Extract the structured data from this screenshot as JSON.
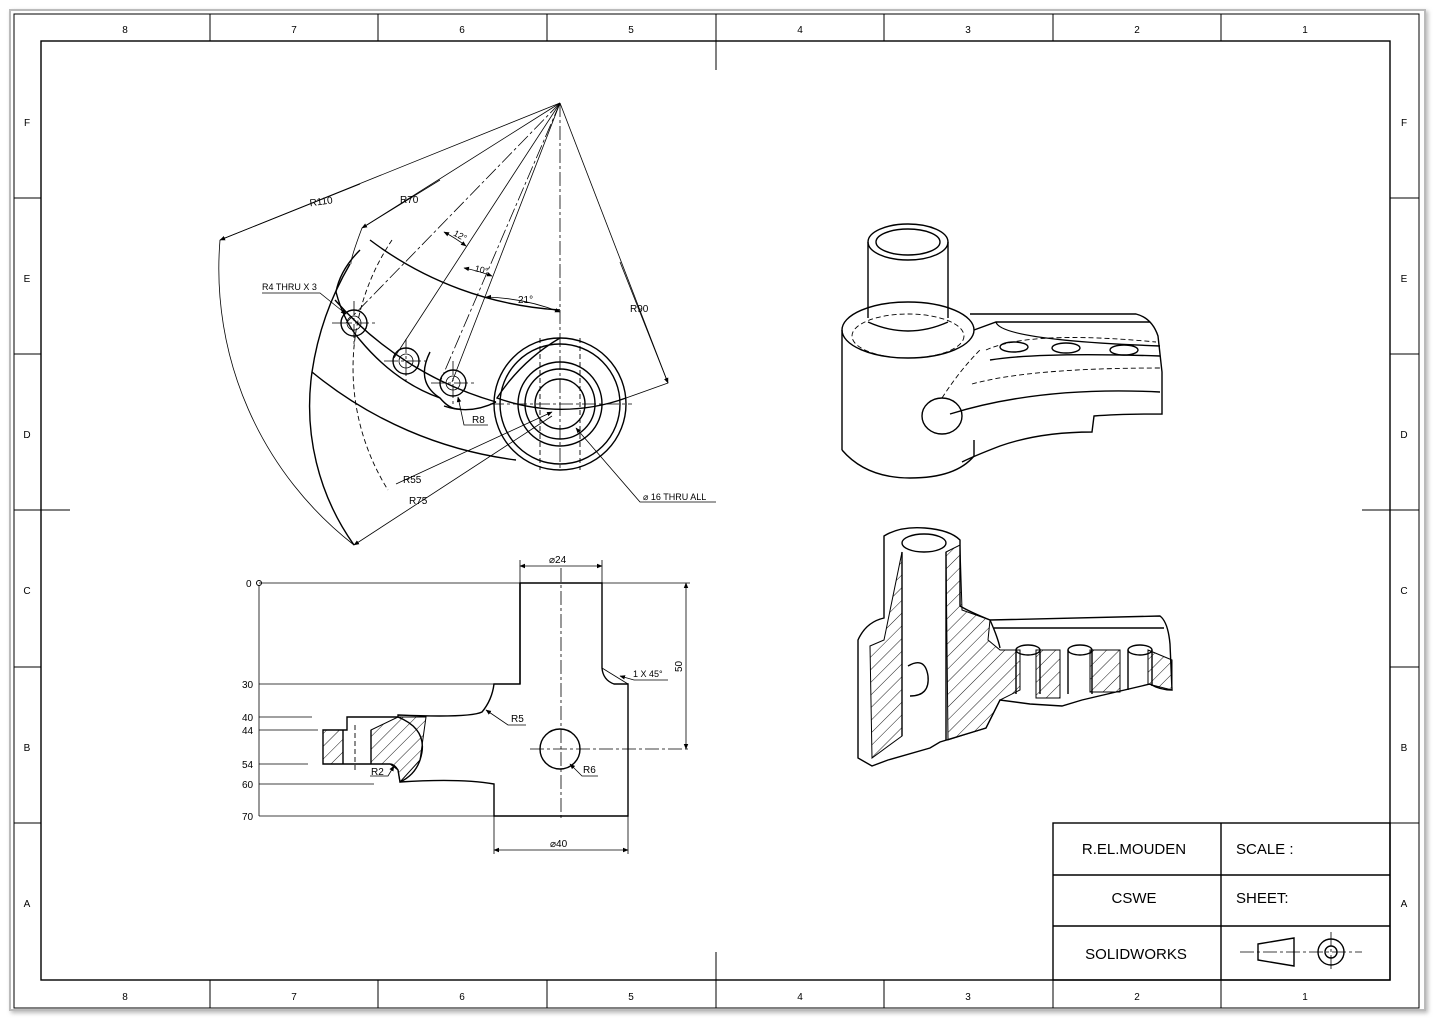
{
  "zones": {
    "columns": [
      "8",
      "7",
      "6",
      "5",
      "4",
      "3",
      "2",
      "1"
    ],
    "rows": [
      "F",
      "E",
      "D",
      "C",
      "B",
      "A"
    ]
  },
  "top_view": {
    "r110": "R110",
    "r70": "R70",
    "r90": "R90",
    "angle_12": "12°",
    "angle_10": "10°",
    "angle_21": "21°",
    "holes": "R4 THRU X 3",
    "r8": "R8",
    "r55": "R55",
    "r75": "R75",
    "bore": "⌀ 16 THRU ALL"
  },
  "front_view": {
    "dia24": "⌀24",
    "dia40": "⌀40",
    "chamfer": "1 X 45°",
    "height50": "50",
    "r5": "R5",
    "r2": "R2",
    "r6": "R6",
    "ordinates": [
      "0",
      "30",
      "40",
      "44",
      "54",
      "60",
      "70"
    ]
  },
  "title_block": {
    "author": "R.EL.MOUDEN",
    "scale_label": "SCALE :",
    "org": "CSWE",
    "sheet_label": "SHEET:",
    "software": "SOLIDWORKS"
  },
  "icons": [
    "projection-symbol-icon"
  ]
}
